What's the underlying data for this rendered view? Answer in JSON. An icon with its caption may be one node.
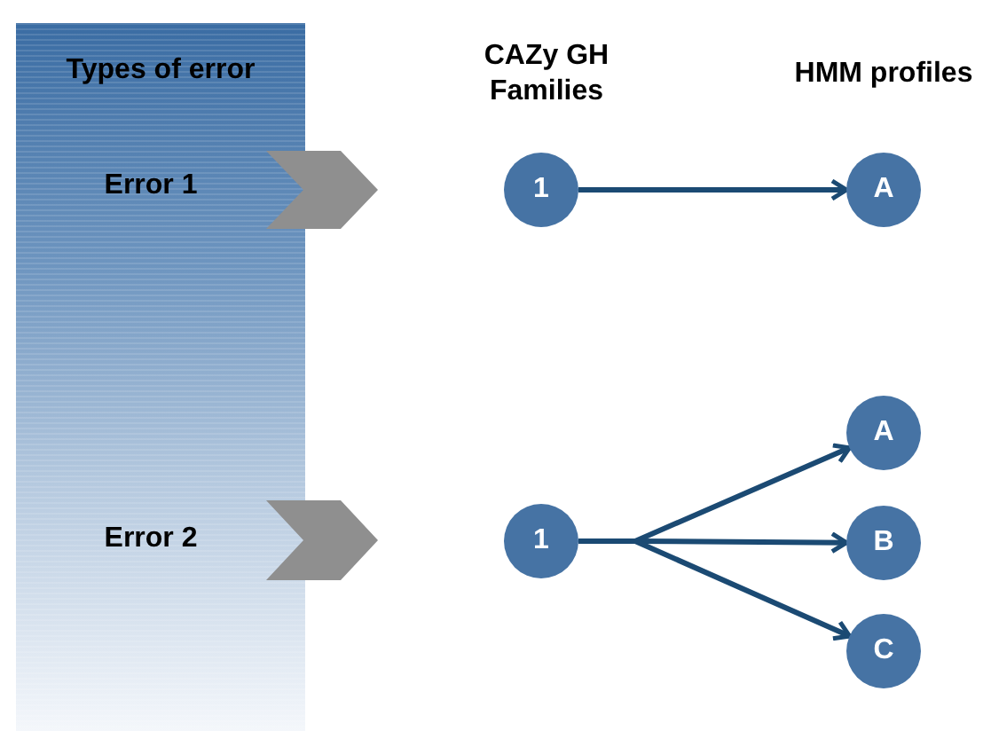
{
  "diagram": {
    "nodes": [
      {
        "text": [
          "Types of error"
        ]
      },
      {
        "text": [
          "Error 1"
        ],
        "in": 0
      },
      {
        "text": [
          "Error 2"
        ],
        "in": 0
      },
      {
        "text": [
          "1"
        ]
      },
      {
        "text": [
          "A"
        ]
      },
      {
        "text": [
          "1"
        ]
      },
      {
        "text": [
          "A"
        ]
      },
      {
        "text": [
          "B"
        ]
      },
      {
        "text": [
          "C"
        ]
      }
    ],
    "edges": [
      {
        "from": 3,
        "to": 4,
        "arrow": "to"
      },
      {
        "from": 5,
        "to": 6,
        "arrow": "to"
      },
      {
        "from": 5,
        "to": 7,
        "arrow": "to"
      },
      {
        "from": 5,
        "to": 8,
        "arrow": "to"
      }
    ],
    "labels": [
      "CAZy GH Families",
      "HMM profiles"
    ]
  }
}
